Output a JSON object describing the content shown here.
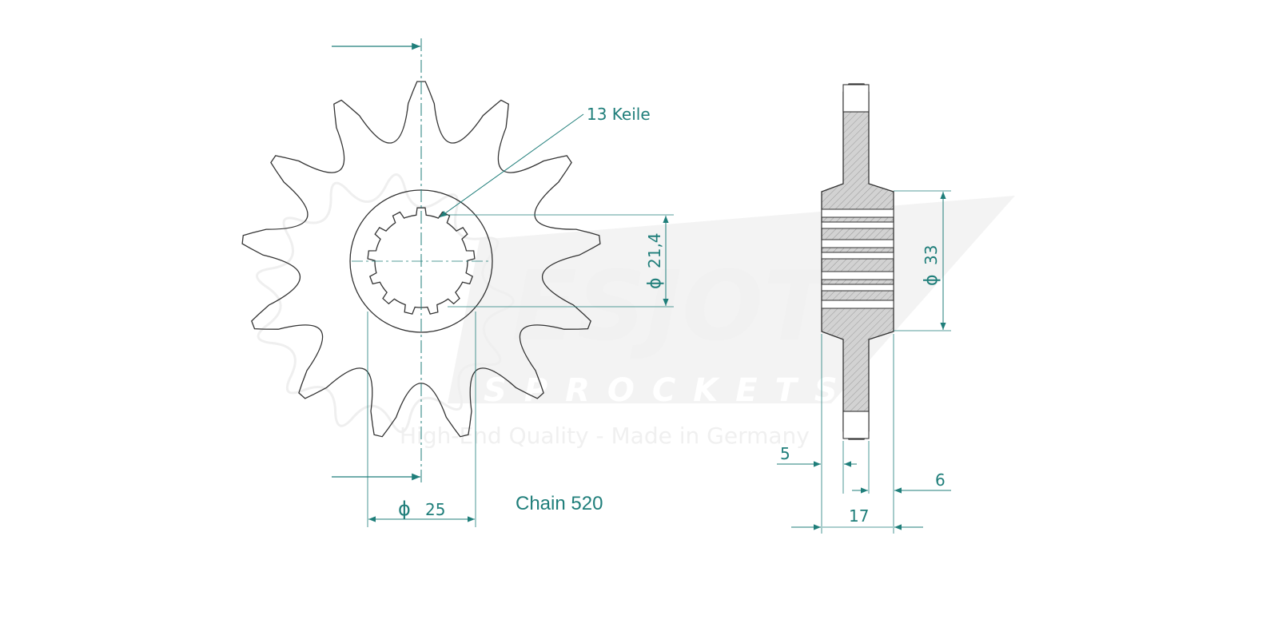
{
  "colors": {
    "outline": "#333333",
    "dimension": "#1f7e7a",
    "watermark": "#f0f0f0",
    "hatch_fill": "#c9c9c9"
  },
  "watermark": {
    "brand": "ESJOT",
    "sub": "SPROCKETS",
    "tagline": "High-End Quality - Made in Germany"
  },
  "front_view": {
    "tooth_count": 13,
    "spline_label": "13 Keile",
    "inner_diameter_symbol": "ϕ",
    "inner_diameter_value": "21,4",
    "hub_diameter_symbol": "ϕ",
    "hub_diameter_value": "25"
  },
  "chain_label": "Chain 520",
  "side_view": {
    "shaft_diameter_symbol": "ϕ",
    "shaft_diameter_value": "33",
    "dim_5": "5",
    "dim_6": "6",
    "dim_17": "17"
  }
}
